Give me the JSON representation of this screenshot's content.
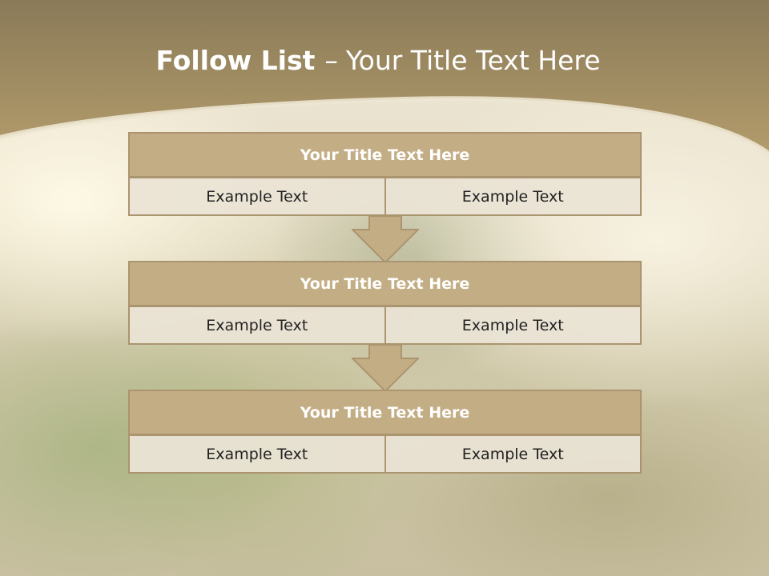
{
  "slide": {
    "title_strong": "Follow List",
    "title_dash": "–",
    "title_rest": "Your Title Text Here"
  },
  "blocks": [
    {
      "title": "Your Title Text Here",
      "cells": [
        "Example Text",
        "Example Text"
      ]
    },
    {
      "title": "Your Title Text Here",
      "cells": [
        "Example Text",
        "Example Text"
      ]
    },
    {
      "title": "Your Title Text Here",
      "cells": [
        "Example Text",
        "Example Text"
      ]
    }
  ],
  "colors": {
    "header_brown": "#9c8a62",
    "title_fill": "#c3ad84",
    "border": "#ab9470",
    "cell_fill": "#eae4d6"
  }
}
